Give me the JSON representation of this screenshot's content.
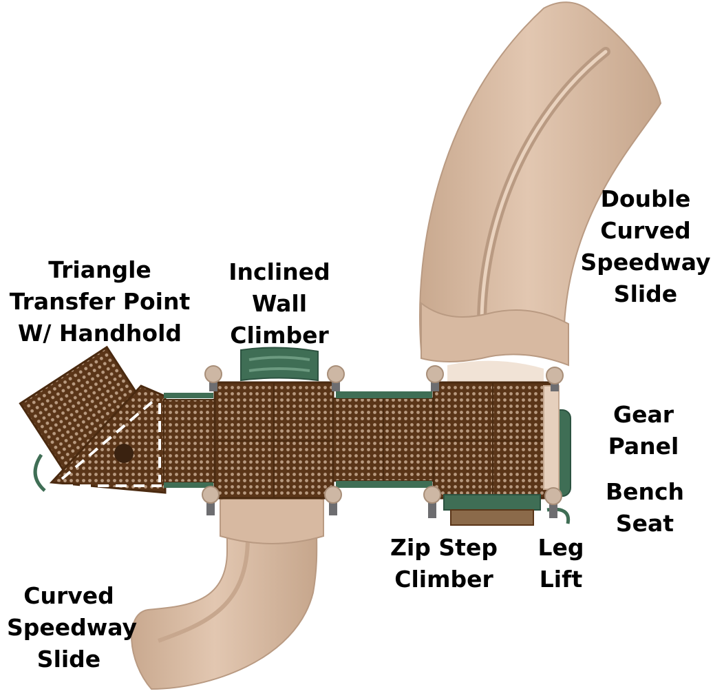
{
  "colors": {
    "slide_tan": "#d9bca5",
    "slide_shadow": "#b99a82",
    "deck_brown": "#5a3518",
    "perforation": "#b89a80",
    "panel_green": "#3f6e55",
    "post_cap": "#cdb7a4",
    "post_metal": "#6d6d70",
    "label_text": "#000000"
  },
  "labels": {
    "triangle_transfer": [
      "Triangle",
      "Transfer Point",
      "W/ Handhold"
    ],
    "inclined_wall": [
      "Inclined",
      "Wall",
      "Climber"
    ],
    "double_curved": [
      "Double",
      "Curved",
      "Speedway",
      "Slide"
    ],
    "gear_panel": [
      "Gear",
      "Panel"
    ],
    "bench_seat": [
      "Bench",
      "Seat"
    ],
    "zip_step": [
      "Zip Step",
      "Climber"
    ],
    "leg_lift": [
      "Leg",
      "Lift"
    ],
    "curved_speedway": [
      "Curved",
      "Speedway",
      "Slide"
    ]
  }
}
